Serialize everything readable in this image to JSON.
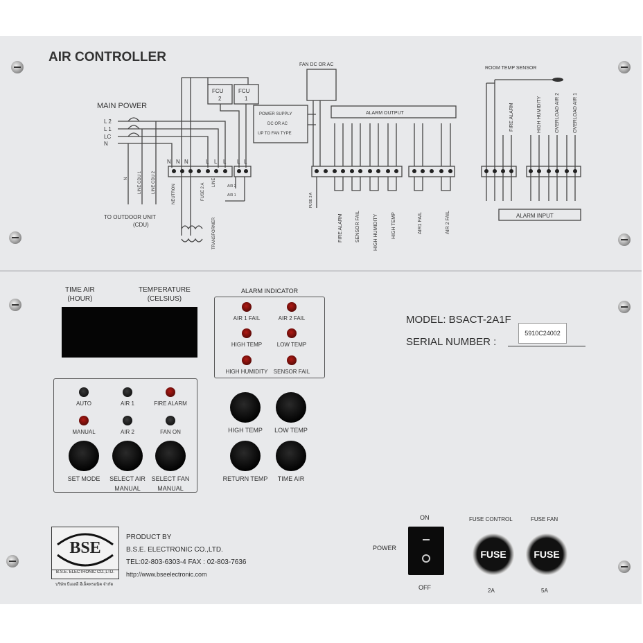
{
  "top": {
    "title": "AIR CONTROLLER",
    "main_power": "MAIN POWER",
    "lines": [
      "L 2",
      "L 1",
      "LC",
      "N"
    ],
    "cdu_labels": [
      "N",
      "LINE CDU 1",
      "LINE CDU 2"
    ],
    "to_outdoor": "TO OUTDOOR UNIT",
    "cdu": "(CDU)",
    "terminal_letters": [
      "N",
      "N",
      "N",
      "L",
      "L",
      "L",
      "L",
      "L"
    ],
    "neutron": "NEUTRON",
    "fuse_2a": "FUSE 2 A",
    "line": "LINE",
    "transformer": "TRANSFORMER",
    "air1": "AIR 1",
    "air2": "AIR 2",
    "fcu2": [
      "FCU",
      "2"
    ],
    "fcu1": [
      "FCU",
      "1"
    ],
    "fan_label": "FAN DC OR AC",
    "power_supply": [
      "POWER SUPPLY",
      "DC OR AC",
      "UP TO FAN TYPE"
    ],
    "fuse_3a": "FUSE 3 A",
    "alarm_output": "ALARM OUTPUT",
    "output_labels": [
      "FIRE  ALARM",
      "SENSOR FAIL",
      "HIGH HUMIDITY",
      "HIGH TEMP",
      "AIR1 FAIL",
      "AIR 2 FAIL"
    ],
    "room_temp_sensor": "ROOM TEMP SENSOR",
    "input_labels": [
      "FIRE  ALARM",
      "HIGH HUMIDITY",
      "OVERLOAD AIR 2",
      "OVERLOAD AIR 1"
    ],
    "alarm_input": "ALARM INPUT"
  },
  "front": {
    "time_air": [
      "TIME AIR",
      "(HOUR)"
    ],
    "temperature": [
      "TEMPERATURE",
      "(CELSIUS)"
    ],
    "alarm_indicator": "ALARM INDICATOR",
    "alarm_leds": [
      "AIR 1 FAIL",
      "AIR 2 FAIL",
      "HIGH TEMP",
      "LOW TEMP",
      "HIGH HUMIDITY",
      "SENSOR FAIL"
    ],
    "status_leds": [
      "AUTO",
      "AIR 1",
      "FIRE ALARM",
      "MANUAL",
      "AIR 2",
      "FAN ON"
    ],
    "mode_buttons": [
      "SET MODE",
      "SELECT AIR\nMANUAL",
      "SELECT FAN\nMANUAL"
    ],
    "temp_buttons": [
      "HIGH TEMP",
      "LOW TEMP",
      "RETURN TEMP",
      "TIME AIR"
    ],
    "model": "MODEL: BSACT-2A1F",
    "serial_label": "SERIAL NUMBER :",
    "serial_value": "5910C24002",
    "logo": {
      "text": "BSE",
      "sub": "B.S.E. ELECTRONIC CO.,LTD.",
      "thai": "บริษัท บีเอสอี อีเล็คทรอนิค จำกัด"
    },
    "company": [
      "PRODUCT BY",
      "B.S.E. ELECTRONIC CO.,LTD.",
      "TEL:02-803-6303-4  FAX : 02-803-7636",
      "http://www.bseelectronic.com"
    ],
    "power": "POWER",
    "on": "ON",
    "off": "OFF",
    "fuse_control": "FUSE CONTROL",
    "fuse_fan": "FUSE FAN",
    "fuse_cap": "FUSE",
    "fuse_control_rating": "2A",
    "fuse_fan_rating": "5A"
  },
  "colors": {
    "panel": "#e8e9eb",
    "led_red": "#b01a14",
    "display": "#050505"
  }
}
